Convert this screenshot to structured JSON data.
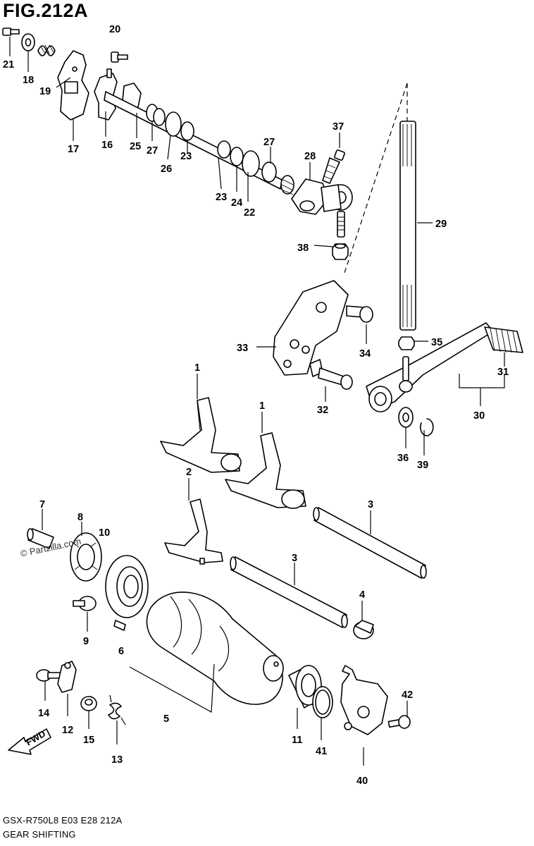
{
  "figure": {
    "title": "FIG.212A",
    "model_line": "GSX-R750L8  E03  E28  212A",
    "section": "GEAR SHIFTING",
    "watermark": "© Partzilla.com",
    "fwd_label": "FWD"
  },
  "callouts": [
    "20",
    "21",
    "18",
    "19",
    "17",
    "16",
    "25",
    "27",
    "26",
    "23",
    "27",
    "23",
    "24",
    "22",
    "37",
    "28",
    "38",
    "29",
    "33",
    "34",
    "35",
    "31",
    "30",
    "32",
    "36",
    "39",
    "1",
    "1",
    "2",
    "3",
    "3",
    "7",
    "8",
    "10",
    "9",
    "6",
    "4",
    "5",
    "14",
    "12",
    "15",
    "13",
    "11",
    "41",
    "42",
    "40"
  ]
}
